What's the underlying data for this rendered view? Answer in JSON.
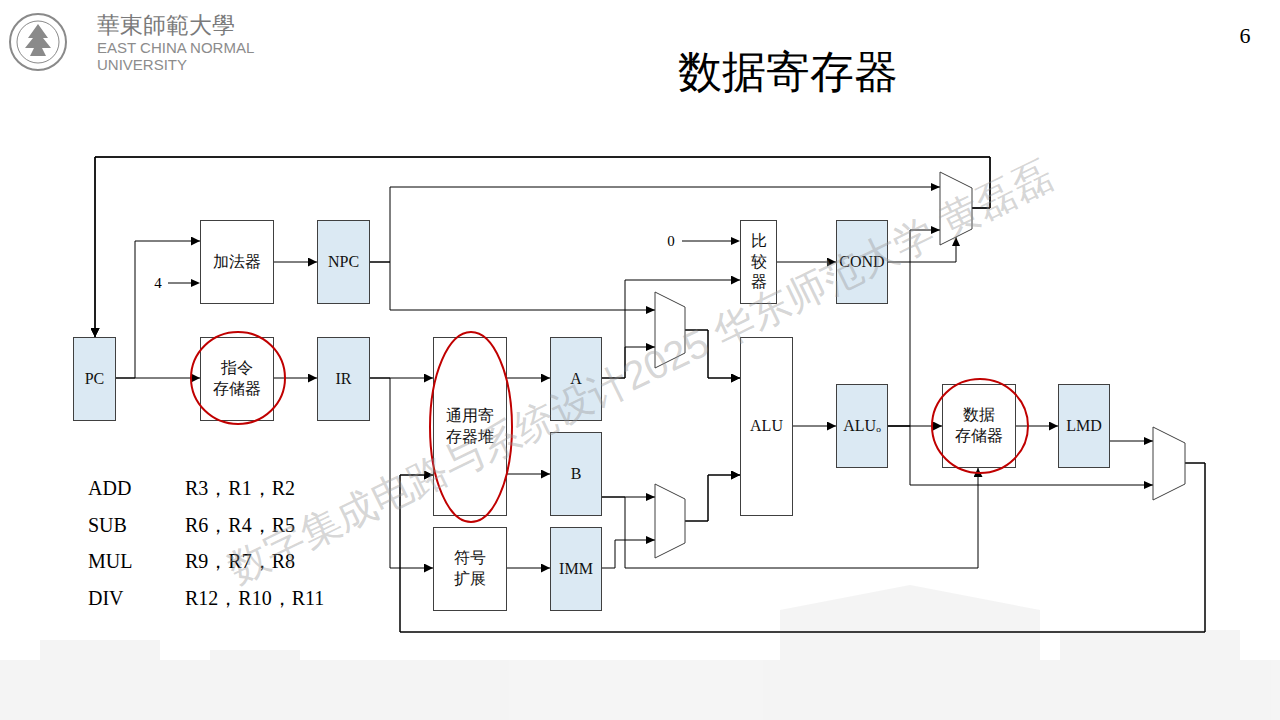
{
  "diagram": {
    "title": "数据寄存器",
    "nodes": [
      {
        "text": [
          "PC"
        ]
      },
      {
        "text": [
          "加法器"
        ]
      },
      {
        "text": [
          "NPC"
        ]
      },
      {
        "text": [
          "指令 存储器"
        ]
      },
      {
        "text": [
          "IR"
        ]
      },
      {
        "text": [
          "比 较 器"
        ]
      },
      {
        "text": [
          "COND"
        ]
      },
      {
        "text": [
          "通用寄 存器堆"
        ]
      },
      {
        "text": [
          "A"
        ]
      },
      {
        "text": [
          "B"
        ]
      },
      {
        "text": [
          "符号 扩展"
        ]
      },
      {
        "text": [
          "IMM"
        ]
      },
      {
        "text": [
          "ALU"
        ]
      },
      {
        "text": [
          "ALUₒ"
        ]
      },
      {
        "text": [
          "数据 存储器"
        ]
      },
      {
        "text": [
          "LMD"
        ]
      }
    ],
    "edges": [
      {
        "from": 0,
        "to": 1,
        "arrow": "to"
      },
      {
        "from": 0,
        "to": 3,
        "arrow": "to"
      },
      {
        "from": 1,
        "to": 2,
        "arrow": "to"
      },
      {
        "from": 2,
        "to": 0,
        "arrow": "to"
      },
      {
        "from": 13,
        "to": 0,
        "arrow": "to"
      },
      {
        "from": 6,
        "to": 0,
        "arrow": "to"
      },
      {
        "from": 3,
        "to": 4,
        "arrow": "to"
      },
      {
        "from": 4,
        "to": 7,
        "arrow": "to"
      },
      {
        "from": 4,
        "to": 10,
        "arrow": "to"
      },
      {
        "from": 7,
        "to": 8,
        "arrow": "to"
      },
      {
        "from": 7,
        "to": 9,
        "arrow": "to"
      },
      {
        "from": 10,
        "to": 11,
        "arrow": "to"
      },
      {
        "from": 2,
        "to": 12,
        "arrow": "to"
      },
      {
        "from": 8,
        "to": 12,
        "arrow": "to"
      },
      {
        "from": 8,
        "to": 5,
        "arrow": "to"
      },
      {
        "from": 9,
        "to": 12,
        "arrow": "to"
      },
      {
        "from": 11,
        "to": 12,
        "arrow": "to"
      },
      {
        "from": 9,
        "to": 14,
        "arrow": "to"
      },
      {
        "from": 5,
        "to": 6,
        "arrow": "to"
      },
      {
        "from": 12,
        "to": 13,
        "arrow": "to"
      },
      {
        "from": 13,
        "to": 14,
        "arrow": "to"
      },
      {
        "from": 14,
        "to": 15,
        "arrow": "to"
      },
      {
        "from": 15,
        "to": 7,
        "arrow": "to"
      },
      {
        "from": 13,
        "to": 7,
        "arrow": "to"
      }
    ],
    "labels": [
      "6",
      "華東師範大學",
      "EAST CHINA NORMAL",
      "UNIVERSITY",
      "4",
      "0",
      "ADD",
      "R3，R1，R2",
      "SUB",
      "R6，R4，R5",
      "MUL",
      "R9，R7，R8",
      "DIV",
      "R12，R10，R11",
      "数字集成电路与系统设计2025 华东师范大学 黄磊磊"
    ]
  }
}
